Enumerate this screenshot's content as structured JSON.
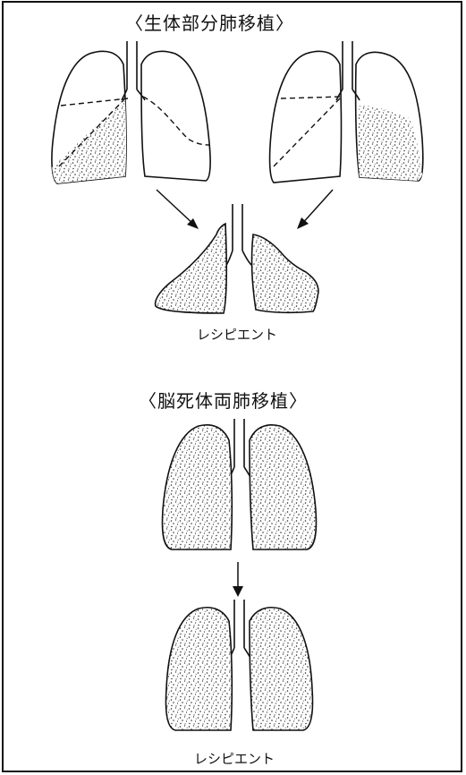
{
  "sections": {
    "living": {
      "heading": "〈生体部分肺移植〉",
      "recipient_label": "レシピエント"
    },
    "brain_dead": {
      "heading": "〈脳死体両肺移植〉",
      "recipient_label": "レシピエント"
    }
  },
  "colors": {
    "ink": "#111111",
    "background": "#ffffff"
  }
}
